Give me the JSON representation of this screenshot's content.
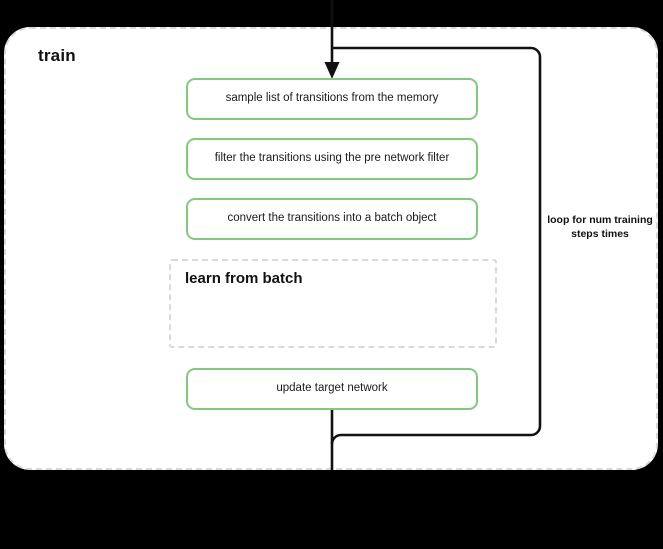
{
  "diagram": {
    "title": "train",
    "scope": {
      "label": "train",
      "border_style": "dashed",
      "border_color": "#d9d9d9",
      "background": "#ffffff"
    },
    "accent_color": "#82c97f",
    "line_color": "#111111",
    "steps": [
      {
        "id": "sample",
        "label": "sample list of transitions from the memory"
      },
      {
        "id": "filter",
        "label": "filter the transitions using the pre network filter"
      },
      {
        "id": "convert",
        "label": "convert the transitions into a batch object"
      },
      {
        "id": "update",
        "label": "update target network"
      }
    ],
    "sub_scope": {
      "label": "learn from batch",
      "border_style": "dashed",
      "border_color": "#d9d9d9"
    },
    "loop": {
      "label": "loop for num training steps times",
      "direction": "back-edge"
    },
    "connectors": {
      "entry_arrow": "arrow-down-into-sample",
      "exit_line": "line-down-from-update"
    }
  }
}
